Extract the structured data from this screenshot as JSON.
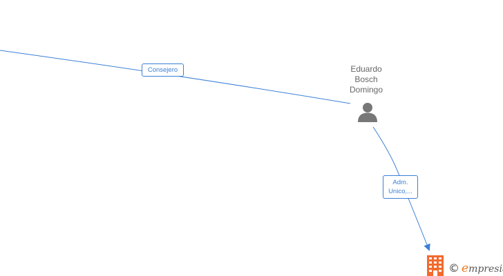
{
  "nodes": {
    "person": {
      "name_lines": [
        "Eduardo",
        "Bosch",
        "Domingo"
      ],
      "icon": "person-icon",
      "color": "#777777"
    },
    "company": {
      "icon": "building-icon",
      "color": "#f26a2e"
    }
  },
  "edges": [
    {
      "label_lines": [
        "Consejero"
      ],
      "color": "#3a7fd5"
    },
    {
      "label_lines": [
        "Adm.",
        "Unico,..."
      ],
      "color": "#3a7fd5"
    }
  ],
  "footer": {
    "copyright_symbol": "©",
    "brand_first_letter": "e",
    "brand_rest": "mpresia"
  }
}
